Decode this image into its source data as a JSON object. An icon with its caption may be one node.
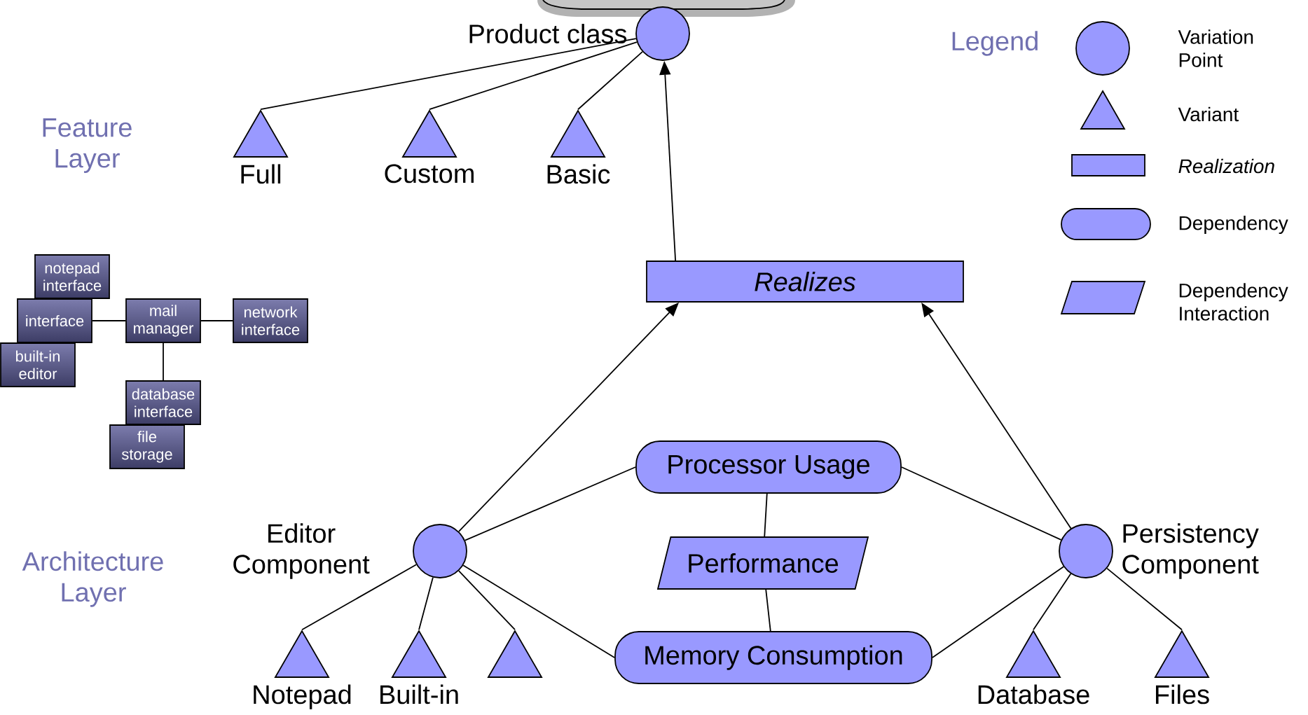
{
  "diagram": {
    "nodes": [
      {
        "text": [
          "Product class"
        ]
      },
      {
        "text": [
          "Full"
        ]
      },
      {
        "text": [
          "Custom"
        ]
      },
      {
        "text": [
          "Basic"
        ]
      },
      {
        "text": [
          "Realizes"
        ]
      },
      {
        "text": [
          "Processor Usage"
        ]
      },
      {
        "text": [
          "Performance"
        ]
      },
      {
        "text": [
          "Editor Component"
        ]
      },
      {
        "text": [
          "Persistency Component"
        ]
      },
      {
        "text": [
          "Memory Consumption"
        ]
      },
      {
        "text": [
          "Notepad"
        ]
      },
      {
        "text": [
          "Built-in"
        ]
      },
      {
        "text": [],
        "shape": "triangle"
      },
      {
        "text": [
          "Database"
        ]
      },
      {
        "text": [
          "Files"
        ]
      },
      {
        "text": [
          "notepad interface"
        ]
      },
      {
        "text": [
          "interface"
        ]
      },
      {
        "text": [
          "built-in editor"
        ]
      },
      {
        "text": [
          "mail manager"
        ]
      },
      {
        "text": [
          "network interface"
        ]
      },
      {
        "text": [
          "database interface"
        ]
      },
      {
        "text": [
          "file storage"
        ]
      }
    ],
    "edges": [
      {
        "from": 0,
        "to": 1,
        "arrow": "none"
      },
      {
        "from": 0,
        "to": 2,
        "arrow": "none"
      },
      {
        "from": 0,
        "to": 3,
        "arrow": "none"
      },
      {
        "from": 4,
        "to": 0,
        "arrow": "to"
      },
      {
        "from": 7,
        "to": 4,
        "arrow": "to"
      },
      {
        "from": 8,
        "to": 4,
        "arrow": "to"
      },
      {
        "from": 7,
        "to": 5,
        "arrow": "none"
      },
      {
        "from": 7,
        "to": 9,
        "arrow": "none"
      },
      {
        "from": 8,
        "to": 5,
        "arrow": "none"
      },
      {
        "from": 8,
        "to": 9,
        "arrow": "none"
      },
      {
        "from": 5,
        "to": 6,
        "arrow": "none"
      },
      {
        "from": 6,
        "to": 9,
        "arrow": "none"
      },
      {
        "from": 7,
        "to": 10,
        "arrow": "none"
      },
      {
        "from": 7,
        "to": 11,
        "arrow": "none"
      },
      {
        "from": 7,
        "to": 12,
        "arrow": "none"
      },
      {
        "from": 8,
        "to": 13,
        "arrow": "none"
      },
      {
        "from": 8,
        "to": 14,
        "arrow": "none"
      },
      {
        "from": 16,
        "to": 18,
        "arrow": "none"
      },
      {
        "from": 18,
        "to": 19,
        "arrow": "none"
      },
      {
        "from": 18,
        "to": 20,
        "arrow": "none"
      }
    ],
    "labels": [
      "Legend",
      "Feature Layer",
      "Architecture Layer"
    ],
    "legend": [
      {
        "text": "Variation Point"
      },
      {
        "text": "Variant"
      },
      {
        "text": "Realization"
      },
      {
        "text": "Dependency"
      },
      {
        "text": "Dependency Interaction"
      }
    ]
  }
}
